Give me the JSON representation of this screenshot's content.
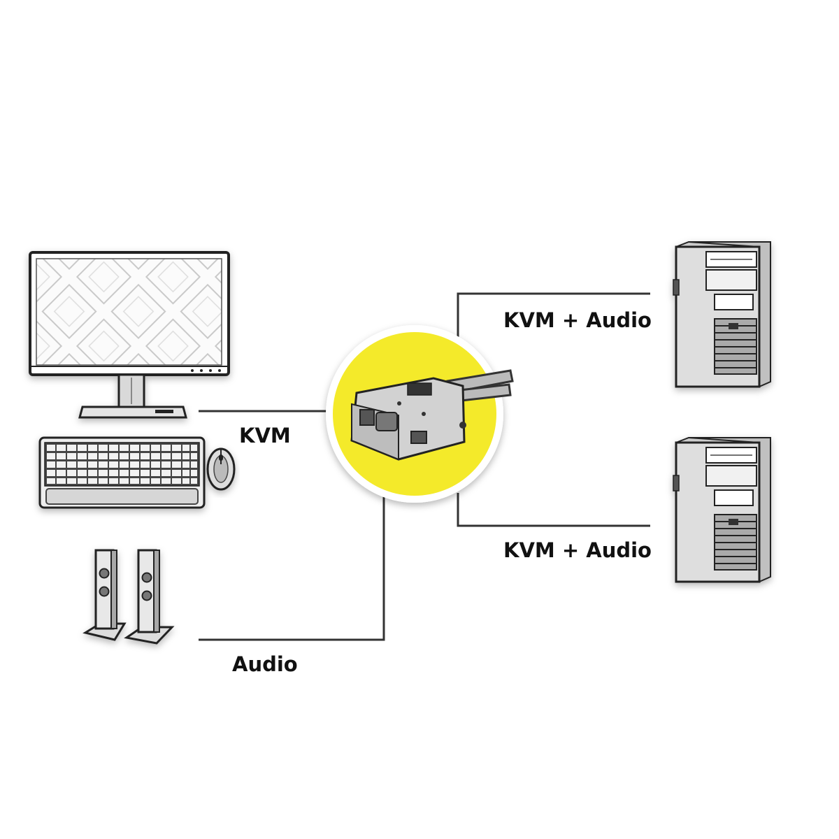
{
  "title": "",
  "labels": {
    "kvm": "KVM",
    "audio": "Audio",
    "pc1": "KVM + Audio",
    "pc2": "KVM + Audio"
  },
  "devices": {
    "monitor": "monitor-icon",
    "keyboard": "keyboard-icon",
    "mouse": "mouse-icon",
    "speakers": "speakers-icon",
    "switch": "kvm-switch-icon",
    "computer_1": "tower-pc-icon",
    "computer_2": "tower-pc-icon"
  },
  "colors": {
    "accent": "#f4ea2a",
    "line": "#333333",
    "background": "#ffffff"
  }
}
